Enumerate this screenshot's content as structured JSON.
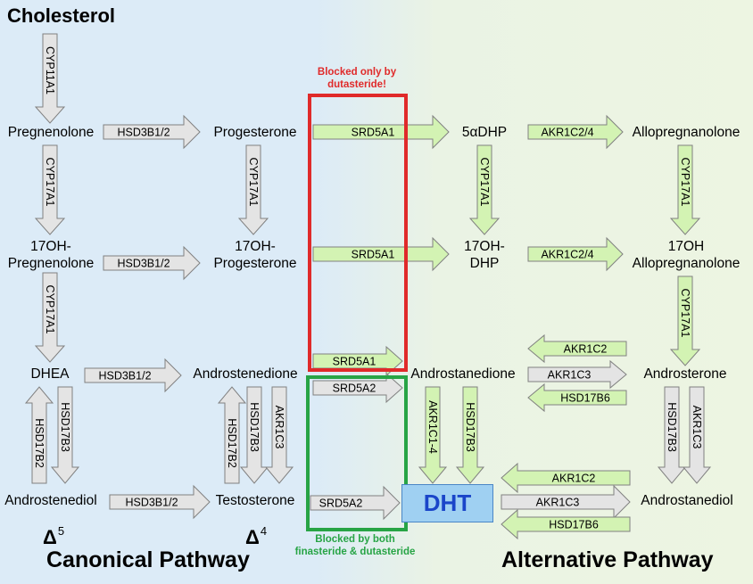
{
  "header": {
    "source": "Cholesterol"
  },
  "nodes": {
    "pregnenolone": "Pregnenolone",
    "progesterone": "Progesterone",
    "dhp5a": "5αDHP",
    "allopregnanolone": "Allopregnanolone",
    "oh17_preg_line1": "17OH-",
    "oh17_preg_line2": "Pregnenolone",
    "oh17_prog_line1": "17OH-",
    "oh17_prog_line2": "Progesterone",
    "oh17_dhp_line1": "17OH-",
    "oh17_dhp_line2": "DHP",
    "oh17_allo_line1": "17OH",
    "oh17_allo_line2": "Allopregnanolone",
    "dhea": "DHEA",
    "androstenedione": "Androstenedione",
    "androstanedione": "Androstanedione",
    "androsterone": "Androsterone",
    "androstenediol": "Androstenediol",
    "testosterone": "Testosterone",
    "dht": "DHT",
    "androstanediol": "Androstanediol"
  },
  "enzymes": {
    "cyp11a1": "CYP11A1",
    "cyp17a1": "CYP17A1",
    "hsd3b1_2": "HSD3B1/2",
    "srd5a1": "SRD5A1",
    "srd5a2": "SRD5A2",
    "akr1c2_4": "AKR1C2/4",
    "akr1c2": "AKR1C2",
    "akr1c3": "AKR1C3",
    "akr1c1_4": "AKR1C1-4",
    "hsd17b2": "HSD17B2",
    "hsd17b3": "HSD17B3",
    "hsd17b6": "HSD17B6"
  },
  "annotations": {
    "blocked_dutasteride_line1": "Blocked only by",
    "blocked_dutasteride_line2": "dutasteride!",
    "blocked_both_line1": "Blocked by both",
    "blocked_both_line2": "finasteride & dutasteride"
  },
  "deltas": {
    "d5": "5",
    "d4": "4",
    "symbol": "Δ"
  },
  "footer": {
    "canonical": "Canonical Pathway",
    "alternative": "Alternative Pathway"
  },
  "colors": {
    "grey_arrow": "#e4e4e4",
    "green_arrow": "#d3f3b3",
    "arrow_stroke": "#808080",
    "red_box": "#e02a2a",
    "green_box": "#27a445",
    "dht_fill": "#9fd0f2",
    "dht_text": "#1a45c9",
    "note_red": "#e02a2a",
    "note_green": "#27a445"
  }
}
